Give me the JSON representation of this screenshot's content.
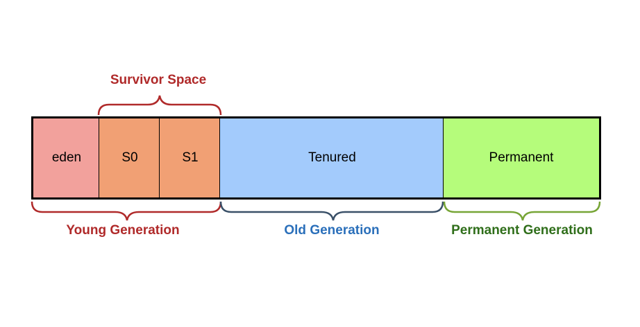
{
  "blocks": {
    "eden": "eden",
    "s0": "S0",
    "s1": "S1",
    "tenured": "Tenured",
    "permanent": "Permanent"
  },
  "labels": {
    "survivor_space": "Survivor Space",
    "young_generation": "Young Generation",
    "old_generation": "Old Generation",
    "permanent_generation": "Permanent Generation"
  },
  "colors": {
    "eden": "#f2a19c",
    "survivor": "#f1a074",
    "tenured": "#a3cbfc",
    "permanent": "#b5fc7b",
    "young_label": "#b02a2a",
    "survivor_label": "#b02a2a",
    "old_label": "#2a6fba",
    "permanent_label": "#2f6e1a",
    "young_brace": "#b02a2a",
    "old_brace": "#3a5068",
    "permanent_brace": "#77a536"
  }
}
